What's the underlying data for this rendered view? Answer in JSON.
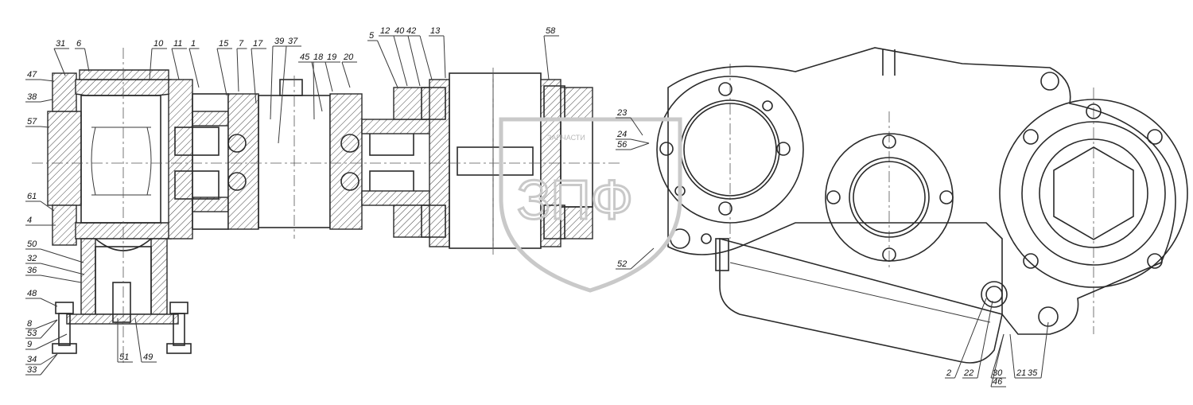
{
  "drawing": {
    "part_labels": [
      "31",
      "6",
      "10",
      "11",
      "1",
      "15",
      "7",
      "17",
      "39",
      "37",
      "45",
      "18",
      "19",
      "20",
      "5",
      "12",
      "40",
      "42",
      "13",
      "58",
      "47",
      "38",
      "57",
      "61",
      "4",
      "50",
      "32",
      "36",
      "48",
      "8",
      "53",
      "9",
      "34",
      "33",
      "51",
      "49",
      "23",
      "24",
      "56",
      "52",
      "2",
      "22",
      "30",
      "46",
      "21",
      "35"
    ],
    "watermark": {
      "letters": "ЗПФ",
      "small_text": "ЗАПЧАСТИ"
    }
  }
}
